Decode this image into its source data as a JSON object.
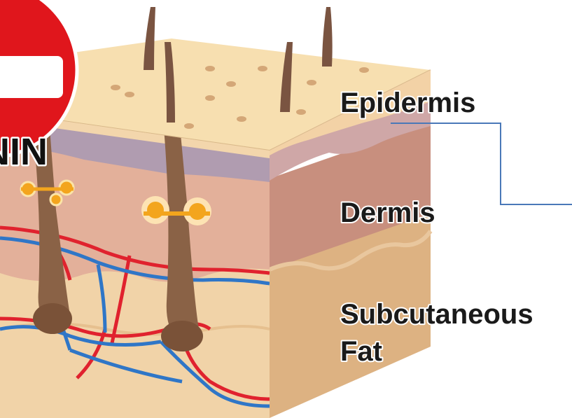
{
  "diagram": {
    "labels": {
      "epidermis": "Epidermis",
      "dermis": "Dermis",
      "subcutaneous_line1": "Subcutaneous",
      "subcutaneous_line2": "Fat"
    },
    "sign_text": "NIN"
  },
  "colors": {
    "epidermis_top": "#f7dfb0",
    "epidermis_band": "#b09cb0",
    "dermis": "#e3b09a",
    "dermis_side": "#c88f7e",
    "fat": "#f1d3a8",
    "fat_side": "#ddb282",
    "hair": "#6e4a36",
    "artery": "#e0222e",
    "vein": "#2f76c7",
    "gland": "#f3a51d",
    "leader_line": "#4a78b8",
    "sign_red": "#e0161c"
  }
}
